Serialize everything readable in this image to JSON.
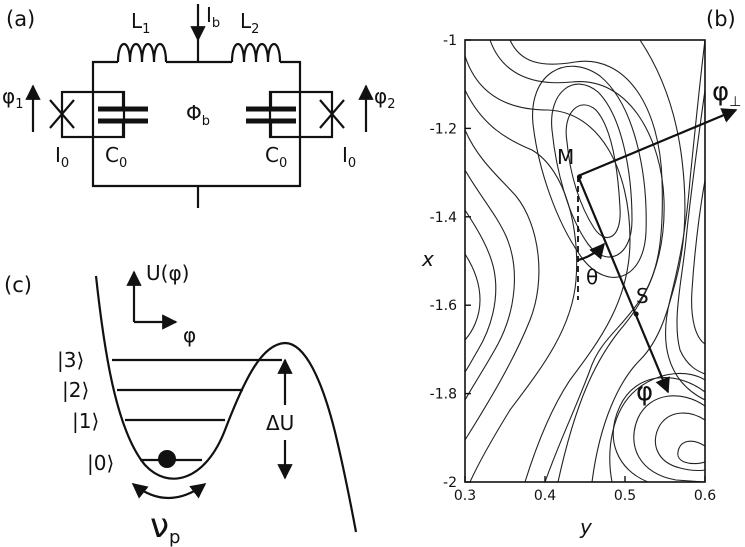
{
  "panels": {
    "a": {
      "label": "(a)",
      "bias_current": {
        "main": "I",
        "sub": "b"
      },
      "inductor_left": {
        "main": "L",
        "sub": "1"
      },
      "inductor_right": {
        "main": "L",
        "sub": "2"
      },
      "flux": {
        "main": "Φ",
        "sub": "b"
      },
      "phase_left": {
        "main": "φ",
        "sub": "1"
      },
      "phase_right": {
        "main": "φ",
        "sub": "2"
      },
      "critical_left": {
        "main": "I",
        "sub": "0"
      },
      "critical_right": {
        "main": "I",
        "sub": "0"
      },
      "cap_left": {
        "main": "C",
        "sub": "0"
      },
      "cap_right": {
        "main": "C",
        "sub": "0"
      }
    },
    "b": {
      "label": "(b)",
      "xlabel": "y",
      "ylabel": "x",
      "xticks": [
        "0.3",
        "0.4",
        "0.5",
        "0.6"
      ],
      "yticks": [
        "-1",
        "-1.2",
        "-1.4",
        "-1.6",
        "-1.8",
        "-2"
      ],
      "xlim": [
        0.3,
        0.6
      ],
      "ylim": [
        -2,
        -1
      ],
      "min_label": "M",
      "saddle_label": "S",
      "angle_label": "θ",
      "perp_label": {
        "main": "φ",
        "sub": "⊥"
      },
      "phase_label": "φ",
      "points": {
        "M": {
          "y": 0.443,
          "x": -1.31
        },
        "S": {
          "y": 0.514,
          "x": -1.62
        }
      }
    },
    "c": {
      "label": "(c)",
      "potential_axis": "U(φ)",
      "phase_axis": "φ",
      "levels": [
        "|3⟩",
        "|2⟩",
        "|1⟩",
        "|0⟩"
      ],
      "barrier": "ΔU",
      "frequency": {
        "main": "ν",
        "sub": "p"
      }
    }
  }
}
